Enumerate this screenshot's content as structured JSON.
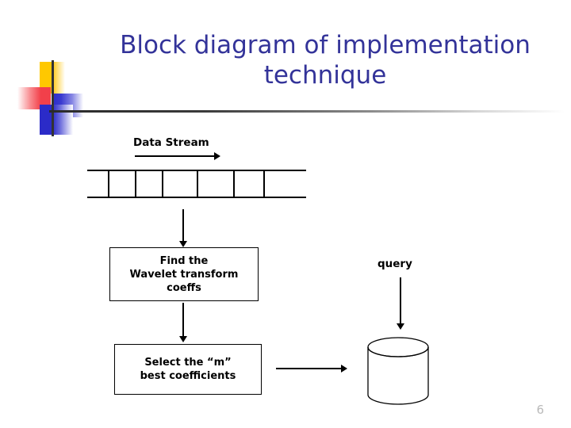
{
  "slide": {
    "title": "Block diagram of implementation technique",
    "page_number": "6",
    "title_color": "#333399",
    "background": "#ffffff"
  },
  "diagram": {
    "data_stream_label": "Data Stream",
    "query_label": "query",
    "tape": {
      "cell_count": 7,
      "divider_positions": [
        26,
        60,
        94,
        138,
        184,
        222
      ]
    },
    "boxes": [
      {
        "id": "wavelet",
        "lines": [
          "Find the",
          "Wavelet transform",
          "coeffs"
        ],
        "text": "Find the Wavelet transform coeffs"
      },
      {
        "id": "select",
        "lines": [
          "Select the “m”",
          "best coefficients"
        ],
        "text": "Select the “m” best coefficients"
      }
    ],
    "database": {
      "name": "database-cylinder"
    },
    "arrows": [
      {
        "name": "data-stream-arrow",
        "direction": "right"
      },
      {
        "name": "tape-to-wavelet-arrow",
        "direction": "down"
      },
      {
        "name": "wavelet-to-select-arrow",
        "direction": "down"
      },
      {
        "name": "query-to-database-arrow",
        "direction": "down"
      },
      {
        "name": "select-to-database-arrow",
        "direction": "right"
      }
    ]
  },
  "logo": {
    "name": "decorative-corner-logo",
    "colors": {
      "yellow": "#FFC800",
      "red": "#F2404A",
      "blue": "#2B2BC8",
      "line": "#333333"
    }
  }
}
